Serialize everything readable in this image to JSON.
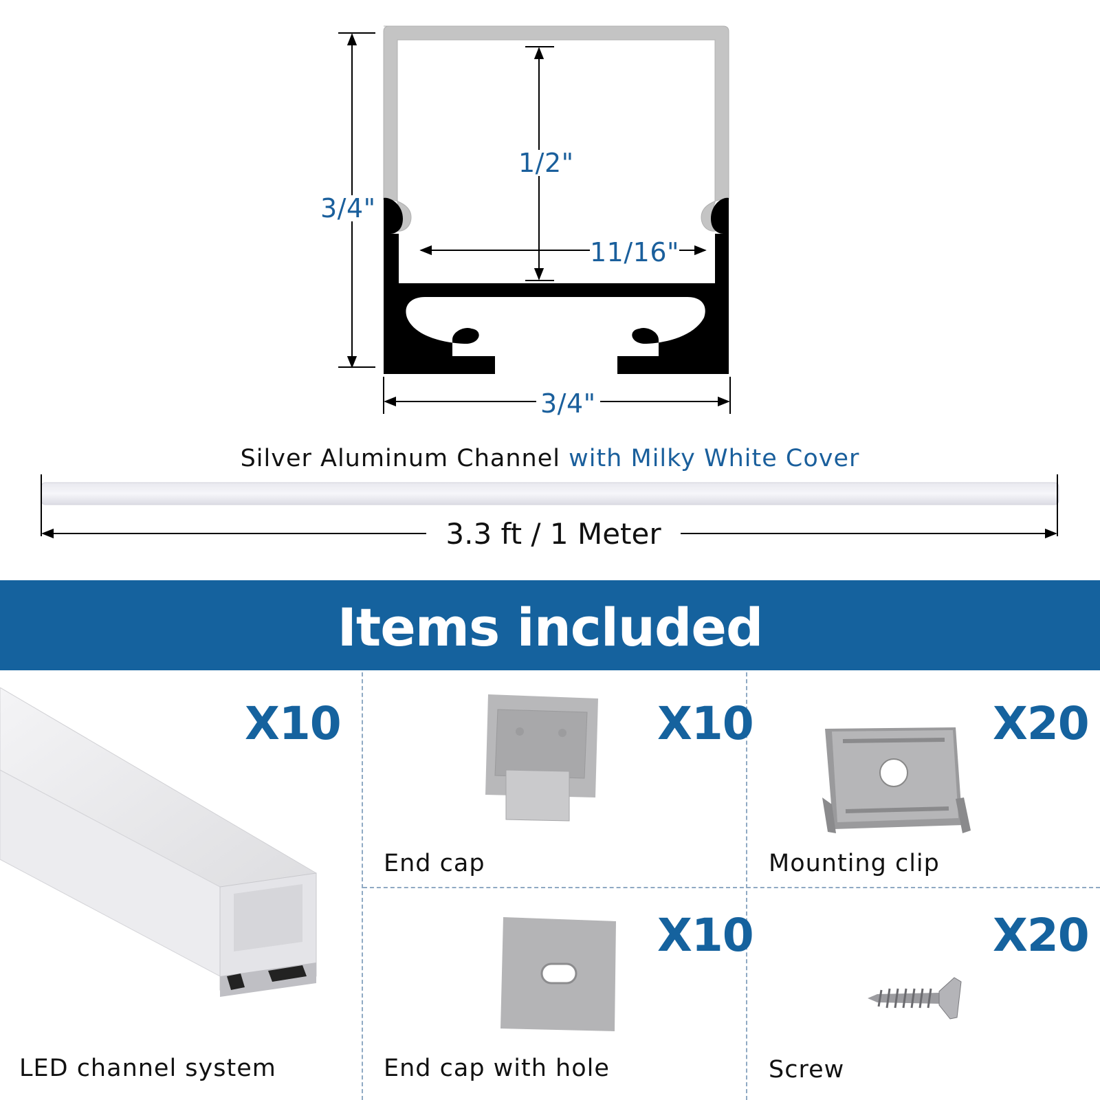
{
  "dimensions": {
    "height": "3/4\"",
    "inner_height": "1/2\"",
    "inner_width": "11/16\"",
    "width": "3/4\""
  },
  "caption": {
    "main": "Silver Aluminum Channel",
    "accent": "with Milky White Cover"
  },
  "length_label": "3.3 ft / 1 Meter",
  "banner": {
    "title": "Items included"
  },
  "items": [
    {
      "label": "LED channel system",
      "qty": "X10",
      "icon": "led-channel"
    },
    {
      "label": "End cap",
      "qty": "X10",
      "icon": "end-cap"
    },
    {
      "label": "Mounting clip",
      "qty": "X20",
      "icon": "mounting-clip"
    },
    {
      "label": "End cap with hole",
      "qty": "X10",
      "icon": "end-cap-with-hole"
    },
    {
      "label": "Screw",
      "qty": "X20",
      "icon": "screw"
    }
  ],
  "colors": {
    "accent": "#1a5f9c",
    "banner": "#15629e",
    "profile_body": "#000000",
    "cover": "#c4c4c4"
  }
}
